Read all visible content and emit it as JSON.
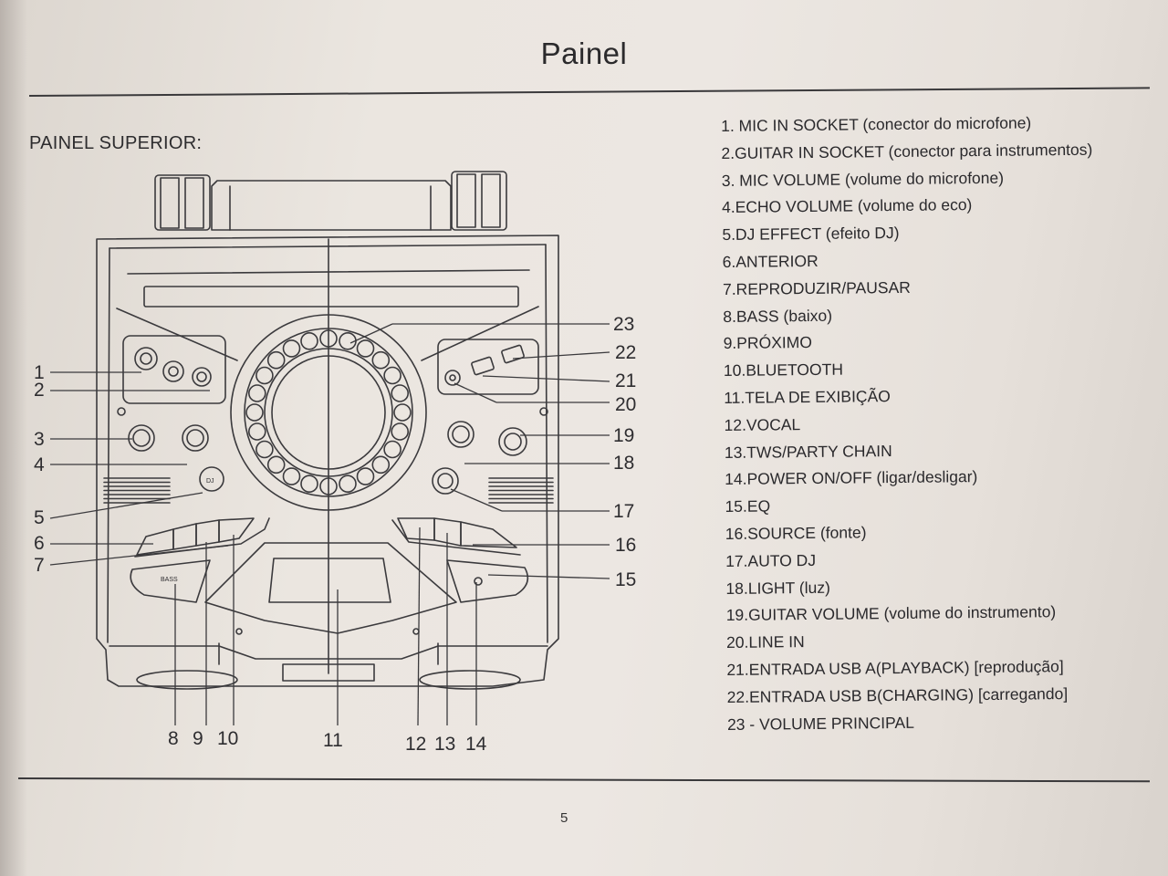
{
  "page": {
    "title": "Painel",
    "section_label": "PAINEL SUPERIOR:",
    "page_number": "5"
  },
  "legend": [
    "1. MIC IN SOCKET (conector do microfone)",
    "2.GUITAR IN SOCKET (conector para instrumentos)",
    "3. MIC VOLUME (volume do microfone)",
    "4.ECHO VOLUME (volume do eco)",
    "5.DJ EFFECT (efeito DJ)",
    "6.ANTERIOR",
    "7.REPRODUZIR/PAUSAR",
    "8.BASS (baixo)",
    "9.PRÓXIMO",
    "10.BLUETOOTH",
    "11.TELA DE EXIBIÇÃO",
    "12.VOCAL",
    "13.TWS/PARTY CHAIN",
    "14.POWER ON/OFF (ligar/desligar)",
    "15.EQ",
    "16.SOURCE (fonte)",
    "17.AUTO DJ",
    "18.LIGHT (luz)",
    "19.GUITAR VOLUME (volume do instrumento)",
    "20.LINE IN",
    "21.ENTRADA USB A(PLAYBACK) [reprodução]",
    "22.ENTRADA USB B(CHARGING) [carregando]",
    "23 - VOLUME PRINCIPAL"
  ],
  "callouts": {
    "n1": "1",
    "n2": "2",
    "n3": "3",
    "n4": "4",
    "n5": "5",
    "n6": "6",
    "n7": "7",
    "n8": "8",
    "n9": "9",
    "n10": "10",
    "n11": "11",
    "n12": "12",
    "n13": "13",
    "n14": "14",
    "n15": "15",
    "n16": "16",
    "n17": "17",
    "n18": "18",
    "n19": "19",
    "n20": "20",
    "n21": "21",
    "n22": "22",
    "n23": "23"
  },
  "device_labels": {
    "dj": "DJ",
    "bass": "BASS"
  },
  "colors": {
    "paper": "#ebe6e0",
    "ink": "#2a292c"
  }
}
